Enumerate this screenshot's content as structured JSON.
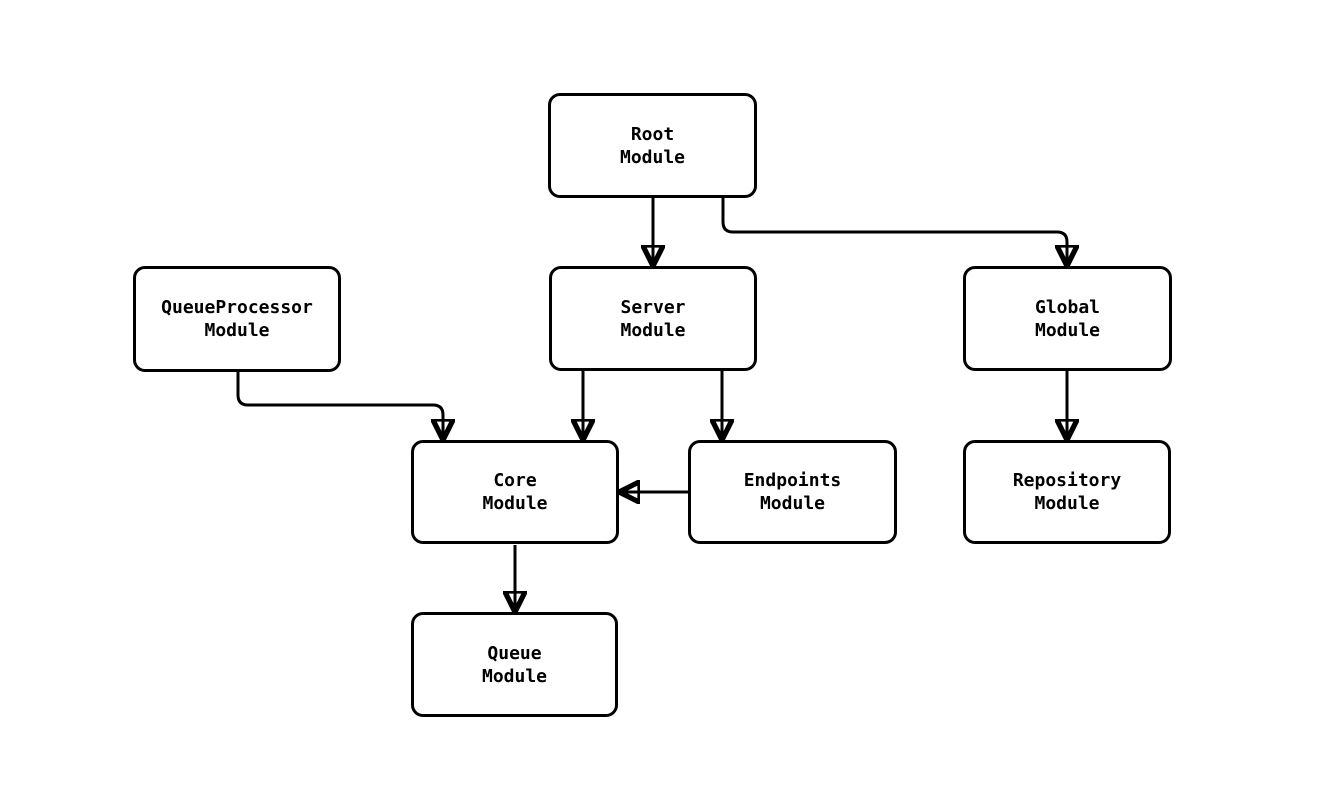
{
  "diagram": {
    "type": "module-dependency-graph",
    "nodes": [
      {
        "id": "root",
        "label": "Root\nModule"
      },
      {
        "id": "queue_processor",
        "label": "QueueProcessor\nModule"
      },
      {
        "id": "server",
        "label": "Server\nModule"
      },
      {
        "id": "global",
        "label": "Global\nModule"
      },
      {
        "id": "core",
        "label": "Core\nModule"
      },
      {
        "id": "endpoints",
        "label": "Endpoints\nModule"
      },
      {
        "id": "repository",
        "label": "Repository\nModule"
      },
      {
        "id": "queue",
        "label": "Queue\nModule"
      }
    ],
    "edges": [
      {
        "from": "root",
        "to": "server"
      },
      {
        "from": "root",
        "to": "global"
      },
      {
        "from": "queue_processor",
        "to": "core"
      },
      {
        "from": "server",
        "to": "core"
      },
      {
        "from": "server",
        "to": "endpoints"
      },
      {
        "from": "endpoints",
        "to": "core"
      },
      {
        "from": "global",
        "to": "repository"
      },
      {
        "from": "core",
        "to": "queue"
      }
    ],
    "colors": {
      "stroke": "#000000",
      "background": "#ffffff",
      "box_fill": "#ffffff"
    }
  }
}
